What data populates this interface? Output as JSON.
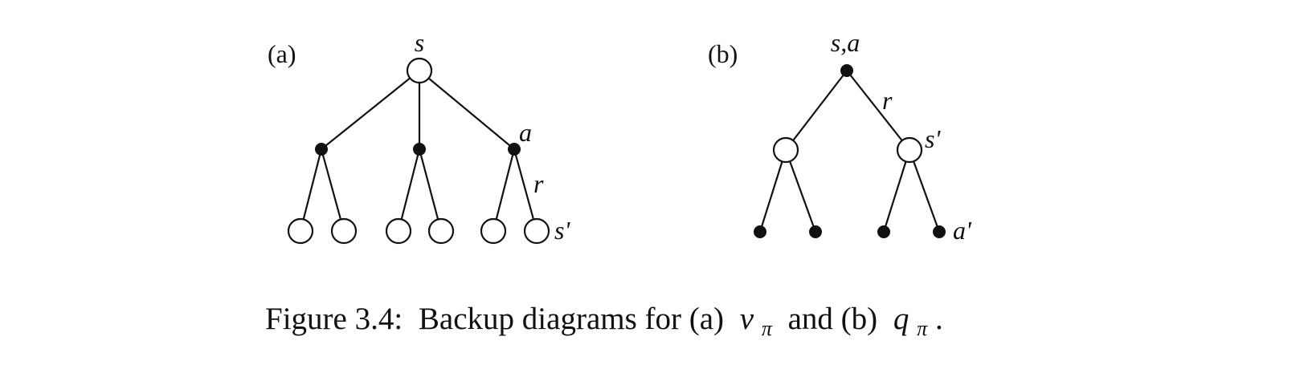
{
  "diagram_a": {
    "panel_label": "(a)",
    "root_label": "s",
    "action_label": "a",
    "reward_label": "r",
    "next_state_label": "s'"
  },
  "diagram_b": {
    "panel_label": "(b)",
    "root_label": "s,a",
    "reward_label": "r",
    "next_state_label": "s'",
    "next_action_label": "a'"
  },
  "caption": {
    "prefix": "Figure 3.4:",
    "text_1": "Backup diagrams for (a)",
    "v_symbol": "v",
    "v_subscript": "π",
    "text_2": "and (b)",
    "q_symbol": "q",
    "q_subscript": "π",
    "suffix": "."
  }
}
